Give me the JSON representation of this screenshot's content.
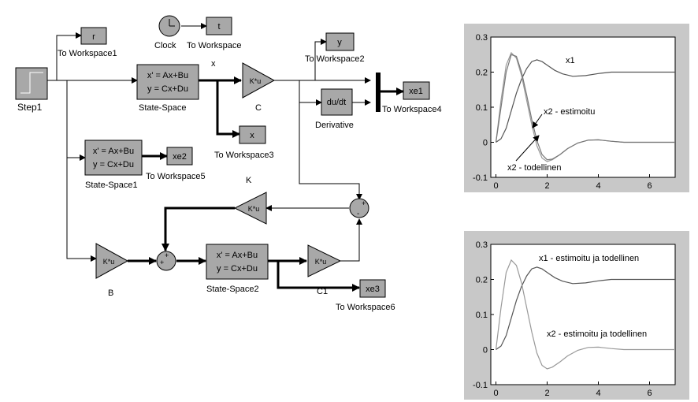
{
  "diagram": {
    "step": "Step1",
    "clock": "Clock",
    "to_r": {
      "value": "r",
      "label": "To Workspace1"
    },
    "to_t": {
      "value": "t",
      "label": "To Workspace"
    },
    "to_y": {
      "value": "y",
      "label": "To Workspace2"
    },
    "to_x": {
      "value": "x",
      "label": "To Workspace3"
    },
    "to_xe1": {
      "value": "xe1",
      "label": "To Workspace4"
    },
    "to_xe2": {
      "value": "xe2",
      "label": "To Workspace5"
    },
    "to_xe3": {
      "value": "xe3",
      "label": "To Workspace6"
    },
    "ss_line1": "x' = Ax+Bu",
    "ss_line2": "y = Cx+Du",
    "ss_label": "State-Space",
    "ss1_label": "State-Space1",
    "ss2_label": "State-Space2",
    "gain_text": "K*u",
    "gain_c": "C",
    "gain_k": "K",
    "gain_b": "B",
    "gain_c1": "C1",
    "deriv_text": "du/dt",
    "deriv_label": "Derivative",
    "x_signal": "x",
    "sum_plus": "+",
    "sum_minus": "-"
  },
  "plots": {
    "xticks": [
      "0",
      "2",
      "4",
      "6"
    ],
    "yticks": [
      "0.3",
      "0.2",
      "0.1",
      "0",
      "-0.1"
    ]
  },
  "chart_data": [
    {
      "type": "line",
      "xlim": [
        -0.2,
        7
      ],
      "ylim": [
        -0.1,
        0.3
      ],
      "xticks": [
        0,
        2,
        4,
        6
      ],
      "yticks": [
        -0.1,
        0,
        0.1,
        0.2,
        0.3
      ],
      "annotations": [
        "x1",
        "x2 - estimoitu",
        "x2 - todellinen"
      ],
      "series": [
        {
          "x": [
            0,
            0.2,
            0.4,
            0.6,
            0.8,
            1.0,
            1.2,
            1.4,
            1.6,
            1.8,
            2.0,
            2.3,
            2.6,
            3.0,
            3.5,
            4.0,
            4.5,
            5,
            5.5,
            6,
            7
          ],
          "values": [
            0,
            0.01,
            0.04,
            0.09,
            0.14,
            0.18,
            0.21,
            0.23,
            0.235,
            0.23,
            0.22,
            0.205,
            0.195,
            0.188,
            0.19,
            0.196,
            0.2,
            0.2,
            0.2,
            0.2,
            0.2
          ]
        },
        {
          "x": [
            0,
            0.2,
            0.4,
            0.6,
            0.8,
            1.0,
            1.2,
            1.4,
            1.6,
            1.8,
            2.0,
            2.2,
            2.5,
            2.8,
            3.2,
            3.6,
            4.0,
            4.5,
            5,
            6,
            7
          ],
          "values": [
            0,
            0.12,
            0.22,
            0.255,
            0.24,
            0.19,
            0.12,
            0.05,
            -0.01,
            -0.045,
            -0.055,
            -0.05,
            -0.035,
            -0.018,
            -0.002,
            0.006,
            0.007,
            0.003,
            0,
            0,
            0
          ]
        },
        {
          "x": [
            0,
            0.2,
            0.4,
            0.6,
            0.8,
            1.0,
            1.2,
            1.4,
            1.6,
            1.8,
            2.0,
            2.2,
            2.5,
            2.8,
            3.2,
            3.6,
            4.0,
            4.5,
            5,
            6,
            7
          ],
          "values": [
            0,
            0.1,
            0.2,
            0.25,
            0.245,
            0.2,
            0.135,
            0.065,
            0.005,
            -0.035,
            -0.05,
            -0.048,
            -0.035,
            -0.018,
            -0.002,
            0.006,
            0.007,
            0.003,
            0,
            0,
            0
          ]
        }
      ]
    },
    {
      "type": "line",
      "xlim": [
        -0.2,
        7
      ],
      "ylim": [
        -0.1,
        0.3
      ],
      "xticks": [
        0,
        2,
        4,
        6
      ],
      "yticks": [
        -0.1,
        0,
        0.1,
        0.2,
        0.3
      ],
      "annotations": [
        "x1 - estimoitu ja todellinen",
        "x2 - estimoitu ja todellinen"
      ],
      "series": [
        {
          "x": [
            0,
            0.2,
            0.4,
            0.6,
            0.8,
            1.0,
            1.2,
            1.4,
            1.6,
            1.8,
            2.0,
            2.3,
            2.6,
            3.0,
            3.5,
            4.0,
            4.5,
            5,
            5.5,
            6,
            7
          ],
          "values": [
            0,
            0.01,
            0.04,
            0.09,
            0.14,
            0.18,
            0.21,
            0.23,
            0.235,
            0.23,
            0.22,
            0.205,
            0.195,
            0.188,
            0.19,
            0.196,
            0.2,
            0.2,
            0.2,
            0.2,
            0.2
          ]
        },
        {
          "x": [
            0,
            0.2,
            0.4,
            0.6,
            0.8,
            1.0,
            1.2,
            1.4,
            1.6,
            1.8,
            2.0,
            2.2,
            2.5,
            2.8,
            3.2,
            3.6,
            4.0,
            4.5,
            5,
            6,
            7
          ],
          "values": [
            0,
            0.12,
            0.22,
            0.255,
            0.24,
            0.19,
            0.12,
            0.05,
            -0.01,
            -0.045,
            -0.055,
            -0.05,
            -0.035,
            -0.018,
            -0.002,
            0.006,
            0.007,
            0.003,
            0,
            0,
            0
          ]
        }
      ]
    }
  ]
}
